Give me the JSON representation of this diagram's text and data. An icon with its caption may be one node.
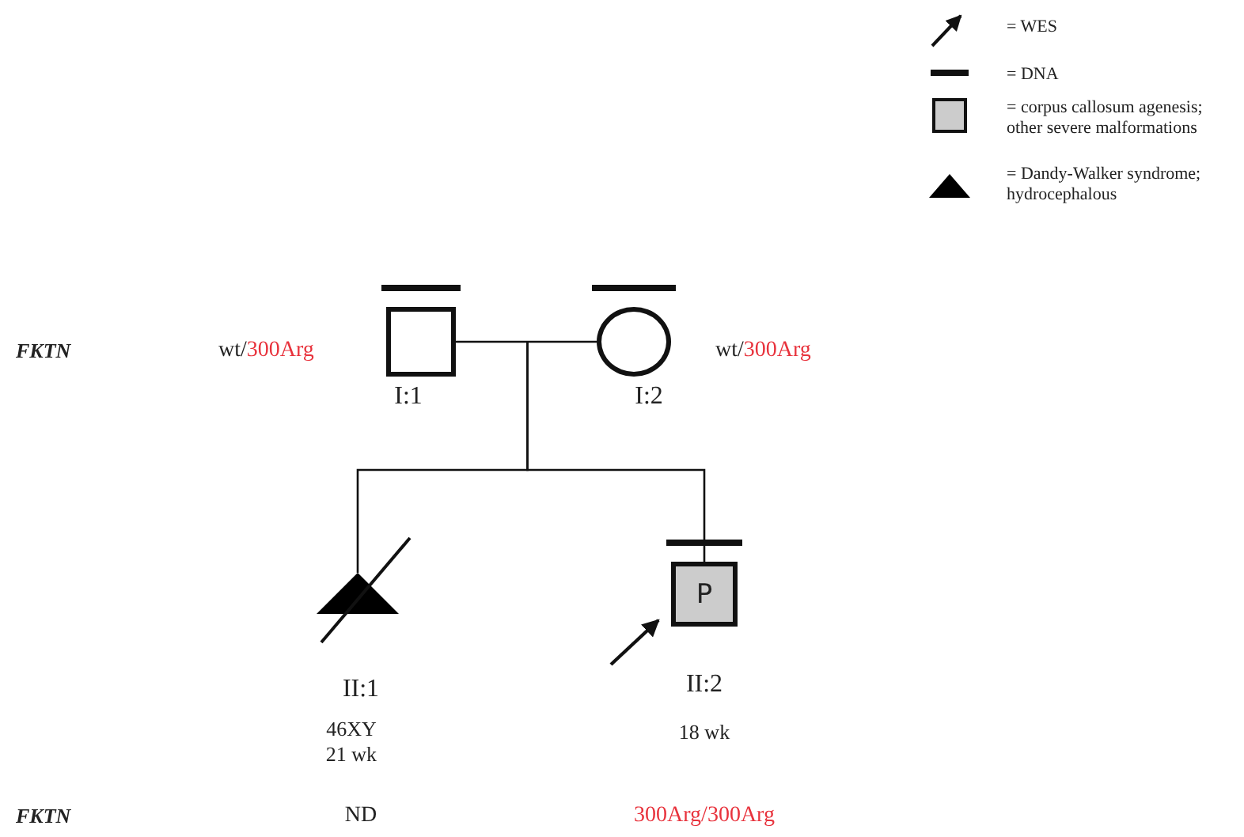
{
  "diagram": {
    "nodes": [
      {
        "text": [],
        "shape": "box",
        "beside": [
          "I:1"
        ]
      },
      {
        "text": [],
        "shape": "circle",
        "beside": [
          "I:2"
        ]
      },
      {
        "text": [],
        "shape": "triangle",
        "beside": [
          "II:1",
          "46XY 21 wk"
        ]
      },
      {
        "text": [
          "P"
        ],
        "beside": [
          "II:2",
          "18 wk"
        ]
      }
    ],
    "edges": [
      {
        "from": 0,
        "to": 1,
        "arrow": "none"
      },
      {
        "from": 0,
        "to": 2,
        "arrow": "none"
      },
      {
        "from": 1,
        "to": 2,
        "arrow": "none"
      },
      {
        "from": 0,
        "to": 3,
        "arrow": "none"
      },
      {
        "from": 1,
        "to": 3,
        "arrow": "none"
      },
      {
        "from": null,
        "to": 3,
        "arrow": "to"
      }
    ],
    "labels": [
      "FKTN",
      "wt/300Arg",
      "wt/300Arg",
      "FKTN",
      "ND",
      "300Arg/300Arg"
    ],
    "legend": [
      {
        "text": "= WES"
      },
      {
        "text": "= DNA"
      },
      {
        "text": "= corpus callosum agenesis; other severe malformations"
      },
      {
        "text": "= Dandy-Walker syndrome; hydrocephalous"
      }
    ]
  }
}
